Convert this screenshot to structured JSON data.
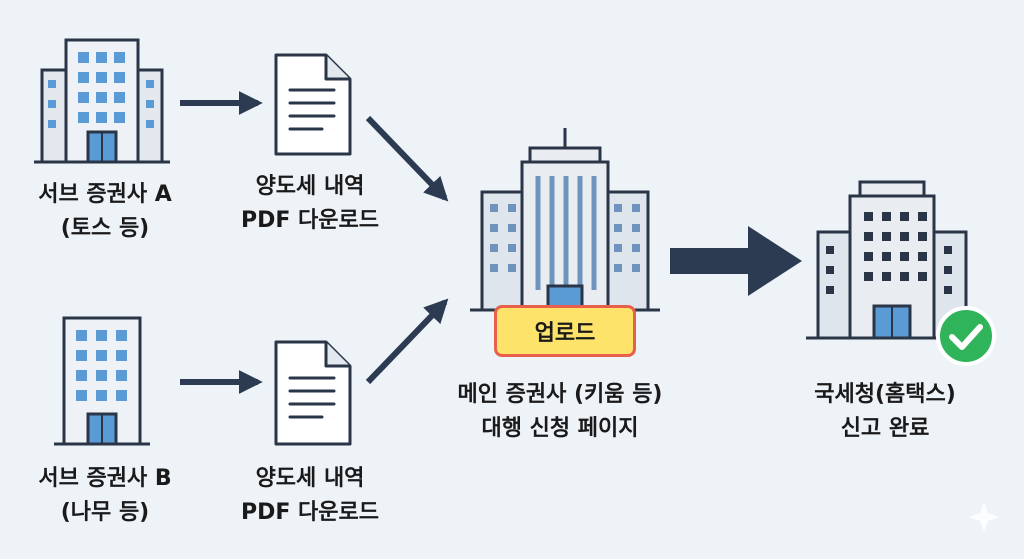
{
  "sub_broker_a": {
    "line1": "서브 증권사 A",
    "line2": "(토스 등)"
  },
  "document_a": {
    "line1": "양도세 내역",
    "line2": "PDF 다운로드"
  },
  "sub_broker_b": {
    "line1": "서브 증권사 B",
    "line2": "(나무 등)"
  },
  "document_b": {
    "line1": "양도세 내역",
    "line2": "PDF 다운로드"
  },
  "main_broker": {
    "line1": "메인 증권사 (키움 등)",
    "line2": "대행 신청 페이지",
    "badge": "업로드"
  },
  "nts": {
    "line1": "국세청(홈택스)",
    "line2": "신고 완료"
  },
  "colors": {
    "arrow": "#2d3b52",
    "outline": "#2a3548",
    "building_fill": "#e9edf2",
    "window": "#5b9bd5",
    "check": "#2fb45a",
    "badge_fill": "#fde36a",
    "badge_border": "#e8604c"
  },
  "icons": [
    "building-icon",
    "document-icon",
    "arrow-icon",
    "checkmark-icon"
  ]
}
